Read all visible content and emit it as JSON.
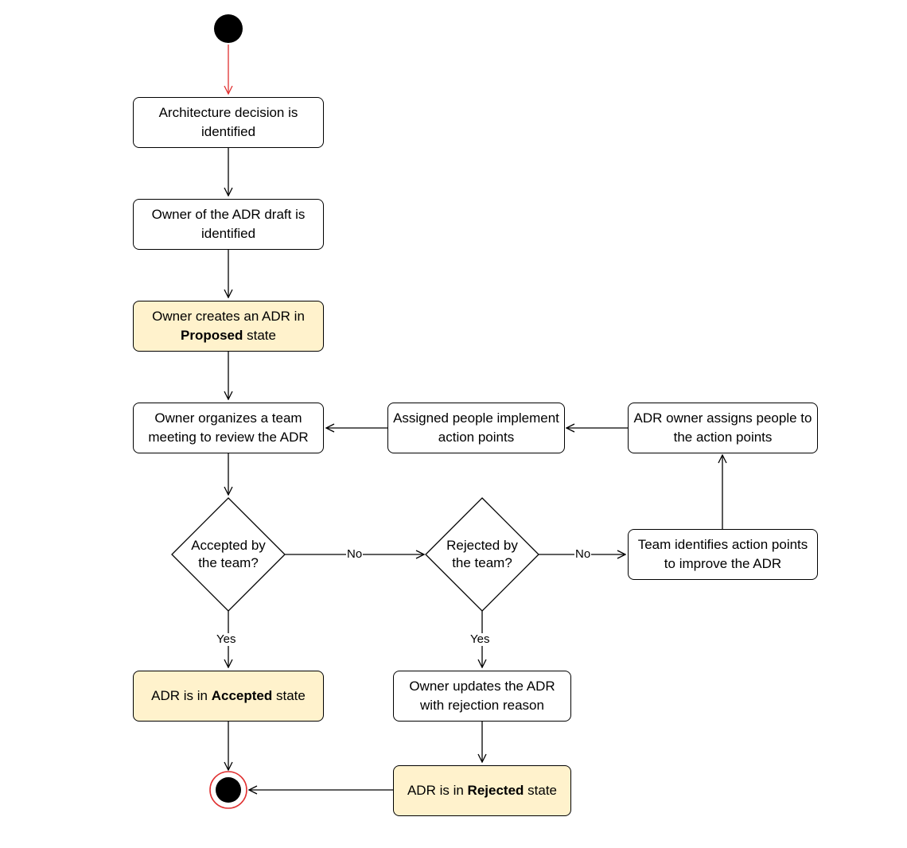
{
  "nodes": {
    "identify_decision": "Architecture decision is identified",
    "identify_owner": "Owner of the ADR draft is identified",
    "create_adr": {
      "before": "Owner creates an ADR in ",
      "bold": "Proposed",
      "after": " state"
    },
    "organize_meeting": "Owner organizes a team meeting to review the ADR",
    "implement_action_points": "Assigned people implement action points",
    "assign_action_points": "ADR owner assigns people to the action points",
    "accepted_decision": "Accepted by the team?",
    "rejected_decision": "Rejected by the team?",
    "identify_action_points": "Team identifies action points to improve the ADR",
    "accepted_state": {
      "before": "ADR is in ",
      "bold": "Accepted",
      "after": " state"
    },
    "update_rejection": "Owner updates the ADR with rejection reason",
    "rejected_state": {
      "before": "ADR is in ",
      "bold": "Rejected",
      "after": " state"
    }
  },
  "edge_labels": {
    "accepted_no": "No",
    "rejected_no": "No",
    "accepted_yes": "Yes",
    "rejected_yes": "Yes"
  },
  "colors": {
    "highlight_fill": "#fff2cc",
    "initial_arrow": "#e03030",
    "final_ring": "#e03030"
  }
}
